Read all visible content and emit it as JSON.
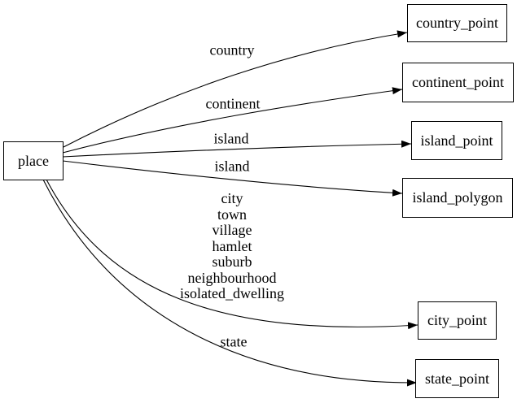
{
  "diagram": {
    "background_color": "#ffffff",
    "line_color": "#000000",
    "text_color": "#000000",
    "nodes": {
      "place": {
        "label": "place",
        "shape": "box"
      },
      "country_point": {
        "label": "country_point",
        "shape": "box"
      },
      "continent_point": {
        "label": "continent_point",
        "shape": "box"
      },
      "island_point": {
        "label": "island_point",
        "shape": "box"
      },
      "island_polygon": {
        "label": "island_polygon",
        "shape": "box"
      },
      "city_point": {
        "label": "city_point",
        "shape": "box"
      },
      "state_point": {
        "label": "state_point",
        "shape": "box"
      }
    },
    "edges": {
      "country": {
        "from": "place",
        "to": "country_point",
        "label": "country"
      },
      "continent": {
        "from": "place",
        "to": "continent_point",
        "label": "continent"
      },
      "island_point": {
        "from": "place",
        "to": "island_point",
        "label": "island"
      },
      "island_polygon": {
        "from": "place",
        "to": "island_polygon",
        "label": "island"
      },
      "city": {
        "from": "place",
        "to": "city_point",
        "label": "city\ntown\nvillage\nhamlet\nsuburb\nneighbourhood\nisolated_dwelling"
      },
      "state": {
        "from": "place",
        "to": "state_point",
        "label": "state"
      }
    }
  }
}
